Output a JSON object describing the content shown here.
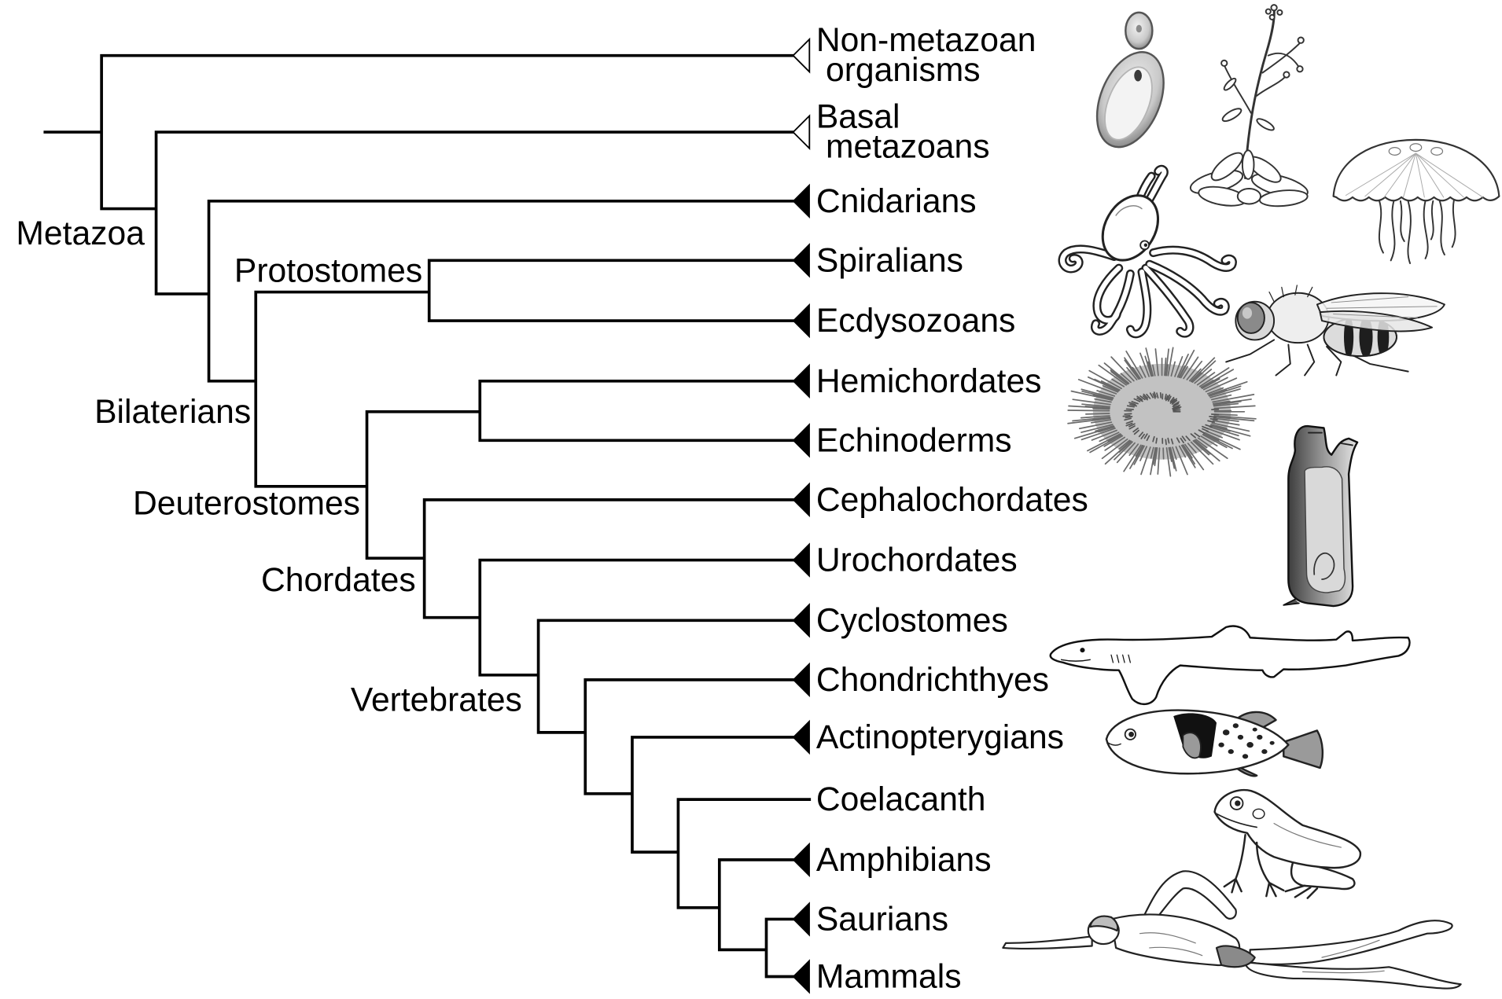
{
  "tree": {
    "clade_labels": {
      "metazoa": "Metazoa",
      "protostomes": "Protostomes",
      "bilaterians": "Bilaterians",
      "deuterostomes": "Deuterostomes",
      "chordates": "Chordates",
      "vertebrates": "Vertebrates"
    },
    "leaves": [
      {
        "lines": [
          "Non-metazoan",
          "organisms"
        ],
        "marker": "open-triangle-icon"
      },
      {
        "lines": [
          "Basal",
          "metazoans"
        ],
        "marker": "open-triangle-icon"
      },
      {
        "lines": [
          "Cnidarians"
        ],
        "marker": "filled-triangle-icon"
      },
      {
        "lines": [
          "Spiralians"
        ],
        "marker": "filled-triangle-icon"
      },
      {
        "lines": [
          "Ecdysozoans"
        ],
        "marker": "filled-triangle-icon"
      },
      {
        "lines": [
          "Hemichordates"
        ],
        "marker": "filled-triangle-icon"
      },
      {
        "lines": [
          "Echinoderms"
        ],
        "marker": "filled-triangle-icon"
      },
      {
        "lines": [
          "Cephalochordates"
        ],
        "marker": "filled-triangle-icon"
      },
      {
        "lines": [
          "Urochordates"
        ],
        "marker": "filled-triangle-icon"
      },
      {
        "lines": [
          "Cyclostomes"
        ],
        "marker": "filled-triangle-icon"
      },
      {
        "lines": [
          "Chondrichthyes"
        ],
        "marker": "filled-triangle-icon"
      },
      {
        "lines": [
          "Actinopterygians"
        ],
        "marker": "filled-triangle-icon"
      },
      {
        "lines": [
          "Coelacanth"
        ],
        "marker": null
      },
      {
        "lines": [
          "Amphibians"
        ],
        "marker": "filled-triangle-icon"
      },
      {
        "lines": [
          "Saurians"
        ],
        "marker": "filled-triangle-icon"
      },
      {
        "lines": [
          "Mammals"
        ],
        "marker": "filled-triangle-icon"
      }
    ]
  },
  "illustrations": [
    "yeast-cell-icon",
    "arabidopsis-plant-icon",
    "jellyfish-icon",
    "octopus-icon",
    "fruit-fly-icon",
    "sea-urchin-icon",
    "sea-squirt-icon",
    "shark-icon",
    "pufferfish-icon",
    "frog-icon",
    "swimmer-icon"
  ],
  "colors": {
    "branch": "#000000",
    "label_text": "#000000",
    "open_marker_fill": "#ffffff",
    "filled_marker_fill": "#000000"
  }
}
